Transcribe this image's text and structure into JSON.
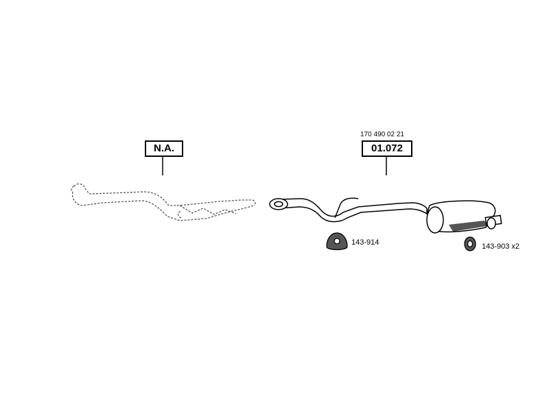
{
  "parts": {
    "front": {
      "label": "N.A."
    },
    "rear": {
      "label": "01.072",
      "oem_number": "170 490 02 21"
    }
  },
  "mounts": [
    {
      "ref": "143-914"
    },
    {
      "ref": "143-903 x2"
    }
  ],
  "colors": {
    "line": "#000000",
    "fill": "#ffffff",
    "shade": "#555555"
  }
}
